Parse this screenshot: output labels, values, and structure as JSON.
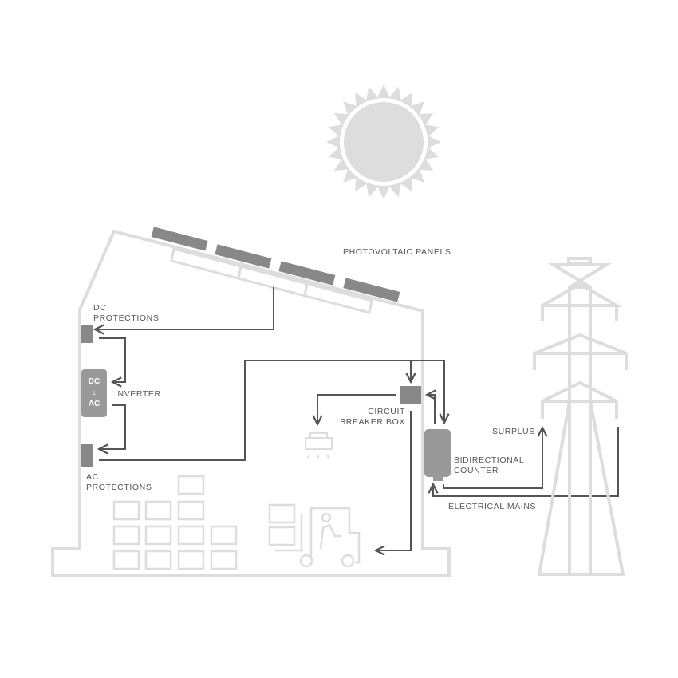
{
  "labels": {
    "pv_panels": "PHOTOVOLTAIC PANELS",
    "dc_protections_1": "DC",
    "dc_protections_2": "PROTECTIONS",
    "inverter": "INVERTER",
    "inverter_dc": "DC",
    "inverter_arrow": "↓",
    "inverter_ac": "AC",
    "ac_protections_1": "AC",
    "ac_protections_2": "PROTECTIONS",
    "breaker_1": "CIRCUIT",
    "breaker_2": "BREAKER BOX",
    "counter_1": "BIDIRECTIONAL",
    "counter_2": "COUNTER",
    "surplus": "SURPLUS",
    "mains": "ELECTRICAL MAINS"
  },
  "colors": {
    "light": "#dddddd",
    "dark": "#555555",
    "component": "#999999"
  }
}
